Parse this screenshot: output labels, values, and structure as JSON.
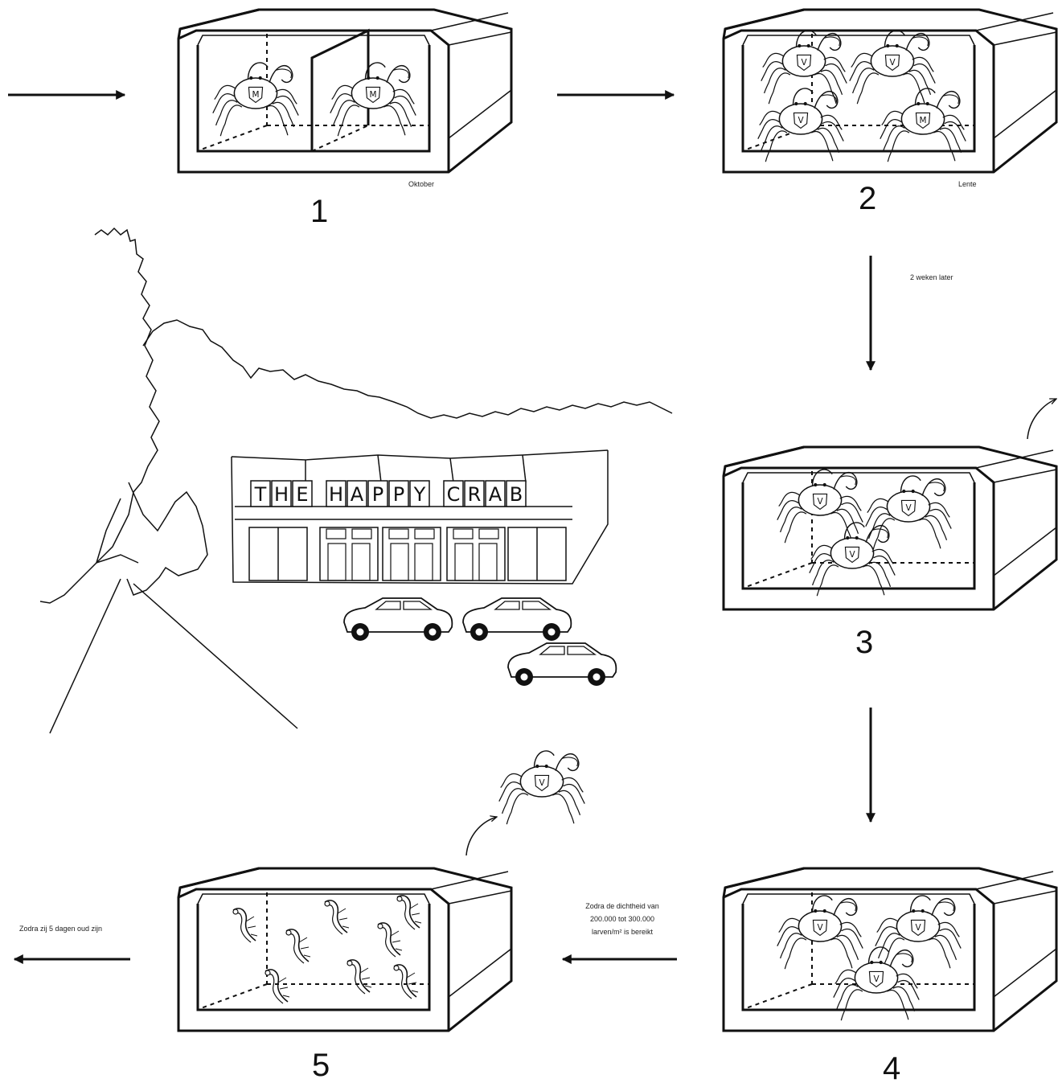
{
  "steps": [
    {
      "number": "1",
      "caption": "Oktober",
      "crab_marks": [
        "M",
        "M"
      ]
    },
    {
      "number": "2",
      "caption": "Lente",
      "crab_marks": [
        "V",
        "V",
        "V",
        "M"
      ]
    },
    {
      "number": "3",
      "caption": "",
      "crab_marks": [
        "V",
        "V",
        "V"
      ]
    },
    {
      "number": "4",
      "caption": "",
      "crab_marks": [
        "V",
        "V",
        "V"
      ]
    },
    {
      "number": "5",
      "caption": "",
      "crab_marks": []
    }
  ],
  "arrow_labels": {
    "two_to_three": "2 weken later",
    "four_to_five_lines": [
      "Zodra de dichtheid van",
      "200.000 tot 300.000",
      "larven/m² is bereikt"
    ],
    "five_out": "Zodra zij 5  dagen oud zijn"
  },
  "released_crab_mark": "V",
  "restaurant": {
    "sign_letters": [
      "T",
      "H",
      "E",
      " ",
      "H",
      "A",
      "P",
      "P",
      "Y",
      " ",
      "C",
      "R",
      "A",
      "B"
    ]
  },
  "icons": {
    "tank": "tank-icon",
    "crab": "crab-icon",
    "larva": "larva-icon",
    "car": "car-icon",
    "arrow": "arrow-icon"
  }
}
